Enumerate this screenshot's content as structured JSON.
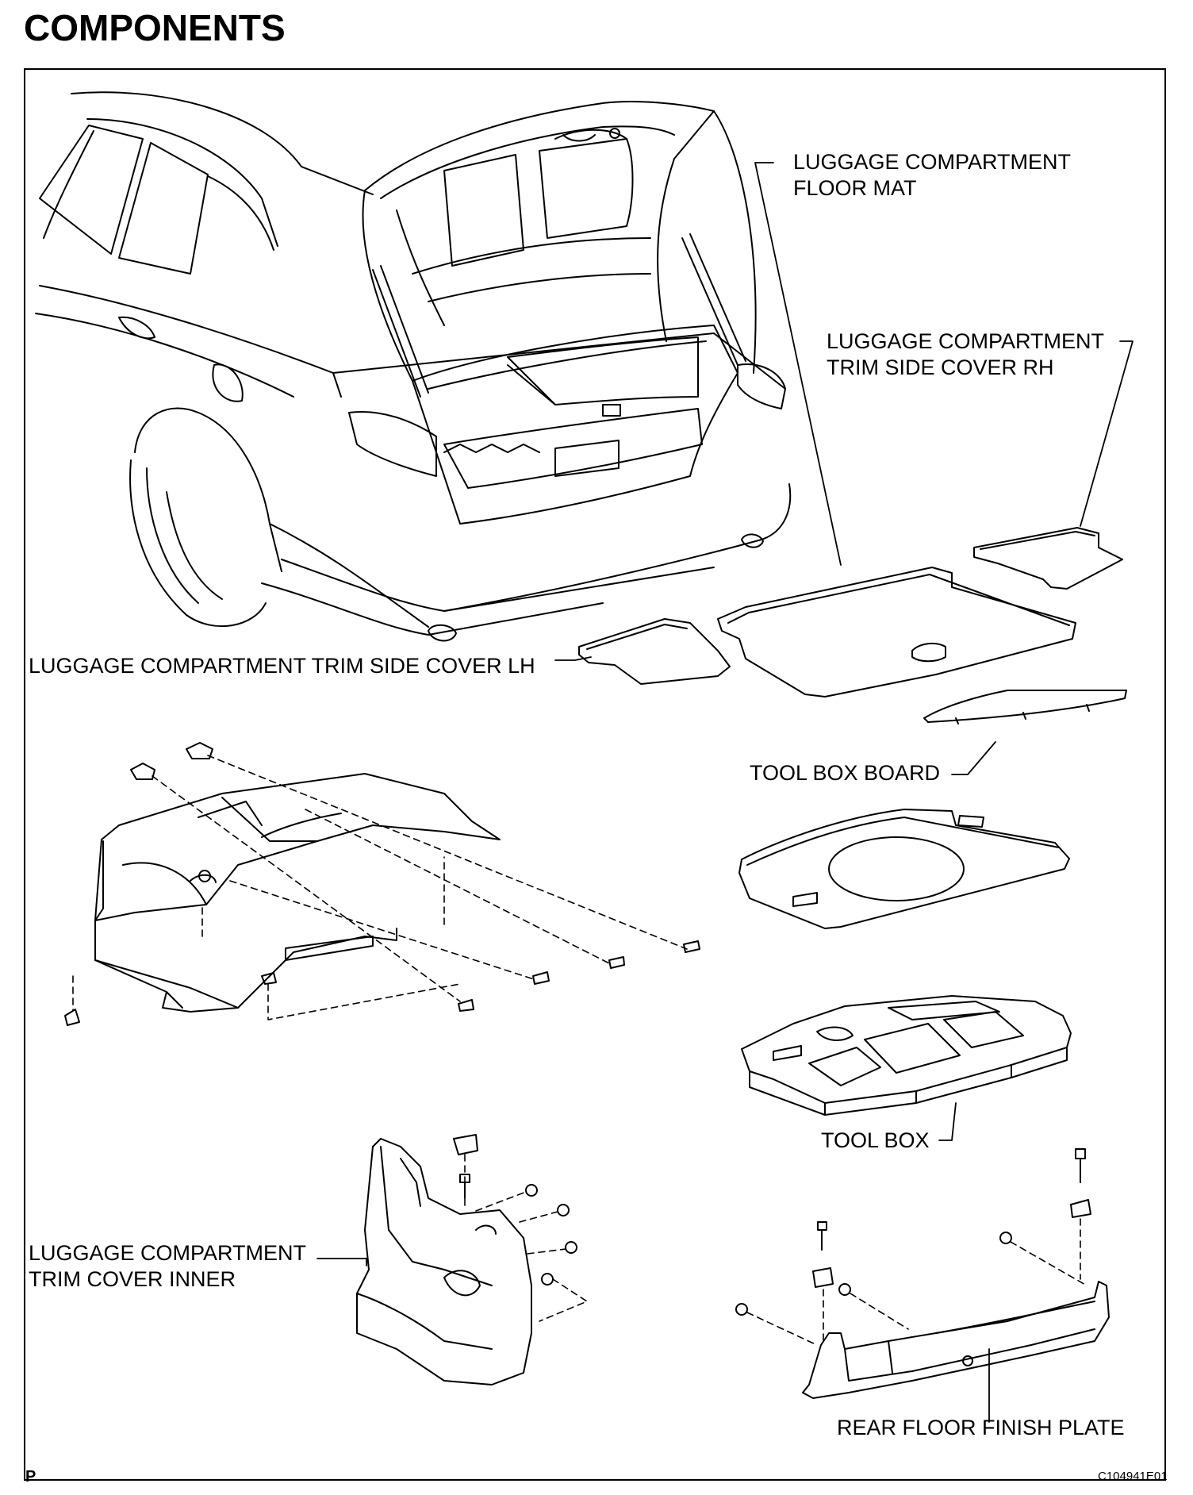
{
  "title": "COMPONENTS",
  "labels": {
    "floor_mat": [
      "LUGGAGE COMPARTMENT",
      "FLOOR MAT"
    ],
    "side_cover_rh": [
      "LUGGAGE COMPARTMENT",
      "TRIM SIDE COVER RH"
    ],
    "side_cover_lh": "LUGGAGE COMPARTMENT TRIM SIDE COVER LH",
    "tool_box_board": "TOOL BOX BOARD",
    "tool_box": "TOOL BOX",
    "trim_cover_inner": [
      "LUGGAGE COMPARTMENT",
      "TRIM COVER INNER"
    ],
    "rear_floor_finish_plate": "REAR FLOOR FINISH PLATE"
  },
  "footer": {
    "corner_mark": "P",
    "figure_id": "C104941E01"
  }
}
